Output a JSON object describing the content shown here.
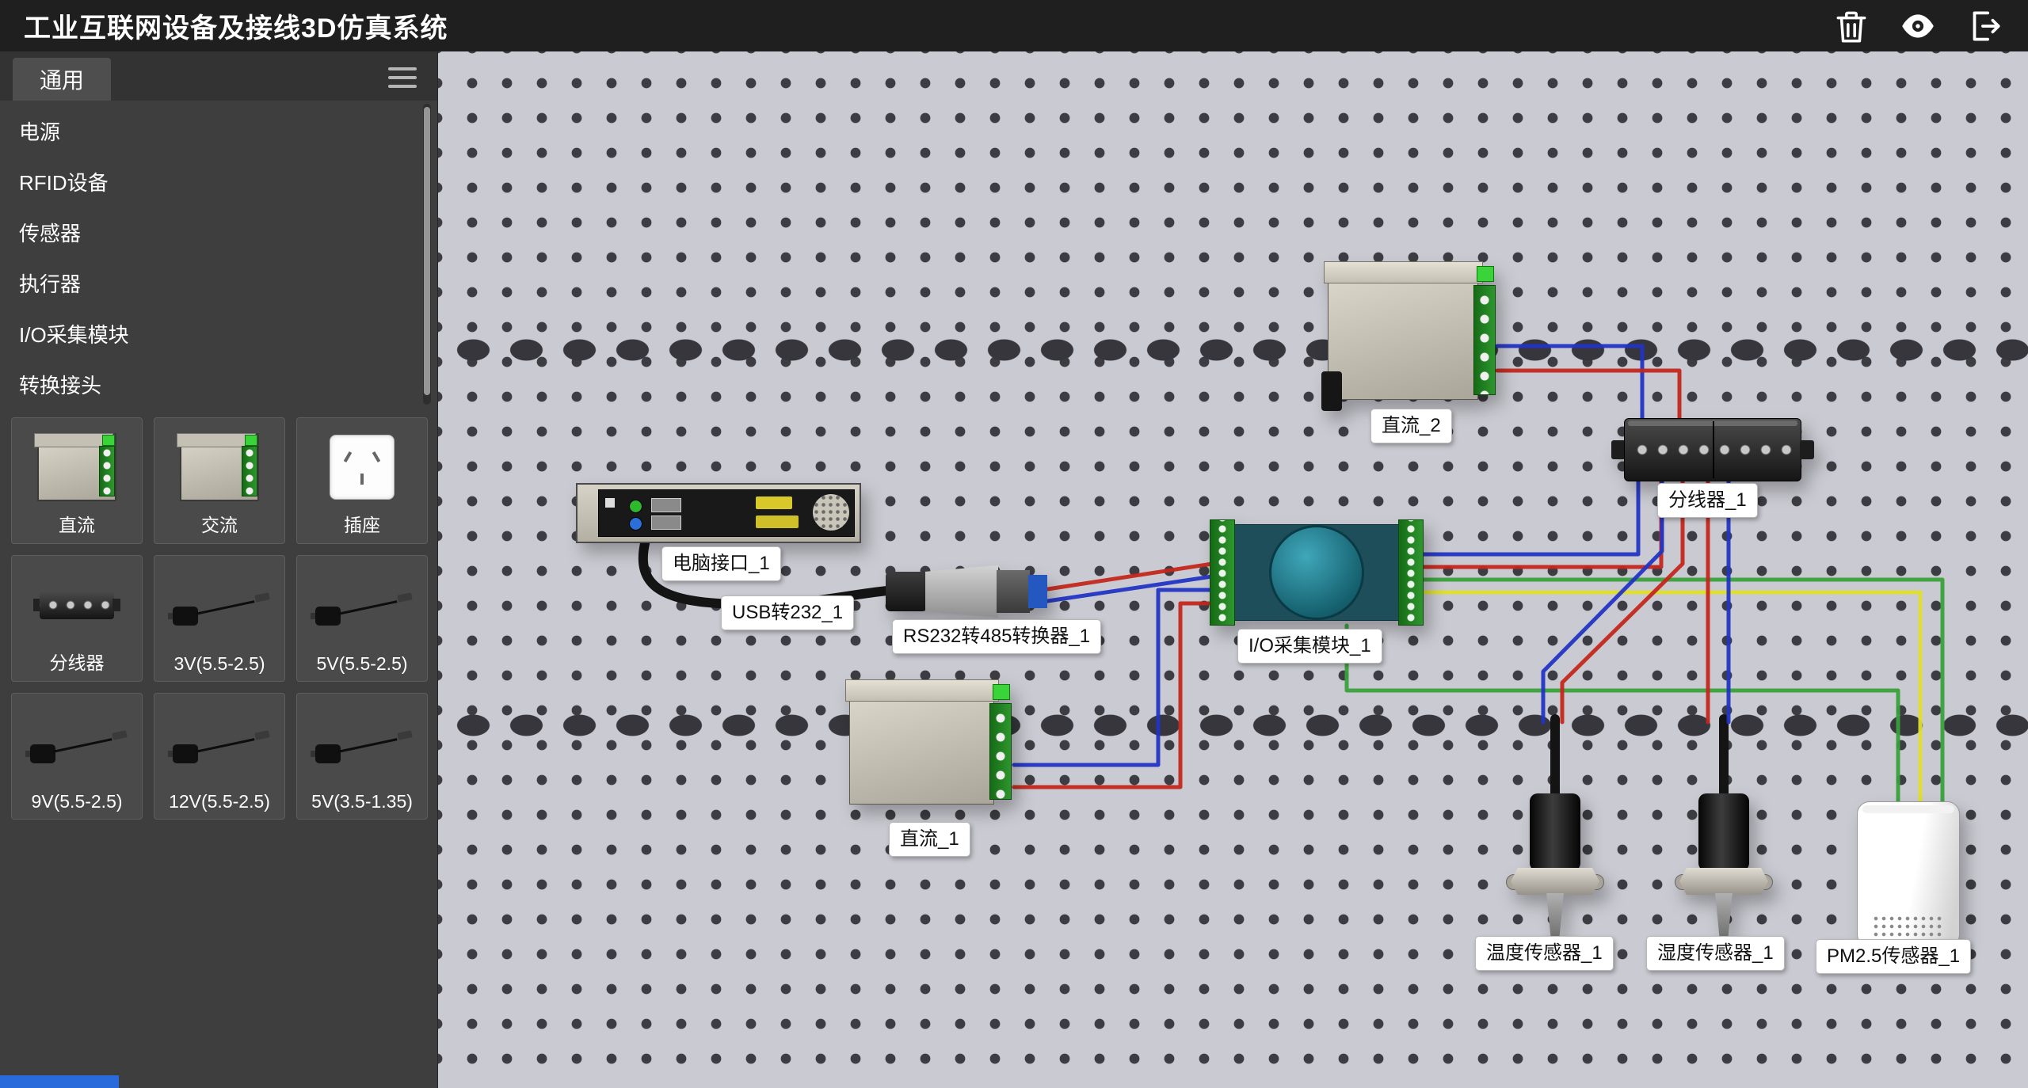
{
  "app": {
    "title": "工业互联网设备及接线3D仿真系统",
    "toolbar_icons": [
      {
        "name": "trash-icon"
      },
      {
        "name": "eye-icon"
      },
      {
        "name": "export-icon"
      }
    ]
  },
  "sidebar": {
    "tab": "通用",
    "menu_icon": "hamburger-icon",
    "categories": [
      "电源",
      "RFID设备",
      "传感器",
      "执行器",
      "I/O采集模块",
      "转换接头"
    ],
    "palette": [
      {
        "label": "直流",
        "thumb": "dc-power-supply"
      },
      {
        "label": "交流",
        "thumb": "ac-power-supply"
      },
      {
        "label": "插座",
        "thumb": "wall-socket"
      },
      {
        "label": "分线器",
        "thumb": "splitter"
      },
      {
        "label": "3V(5.5-2.5)",
        "thumb": "power-plug"
      },
      {
        "label": "5V(5.5-2.5)",
        "thumb": "power-plug"
      },
      {
        "label": "9V(5.5-2.5)",
        "thumb": "power-plug"
      },
      {
        "label": "12V(5.5-2.5)",
        "thumb": "power-plug"
      },
      {
        "label": "5V(3.5-1.35)",
        "thumb": "power-plug"
      }
    ]
  },
  "canvas": {
    "devices": [
      {
        "name": "dc-2",
        "label": "直流_2"
      },
      {
        "name": "pc-interface",
        "label": "电脑接口_1"
      },
      {
        "name": "usb-to-232",
        "label": "USB转232_1"
      },
      {
        "name": "rs232-to-485-converter",
        "label": "RS232转485转换器_1"
      },
      {
        "name": "io-module",
        "label": "I/O采集模块_1"
      },
      {
        "name": "splitter",
        "label": "分线器_1"
      },
      {
        "name": "dc-1",
        "label": "直流_1"
      },
      {
        "name": "temperature-sensor",
        "label": "温度传感器_1"
      },
      {
        "name": "humidity-sensor",
        "label": "湿度传感器_1"
      },
      {
        "name": "pm25-sensor",
        "label": "PM2.5传感器_1"
      }
    ],
    "wire_colors": {
      "red": "#c4271c",
      "blue": "#2234c4",
      "green": "#3aa03a",
      "yellow": "#dede2e",
      "black": "#141414"
    }
  }
}
